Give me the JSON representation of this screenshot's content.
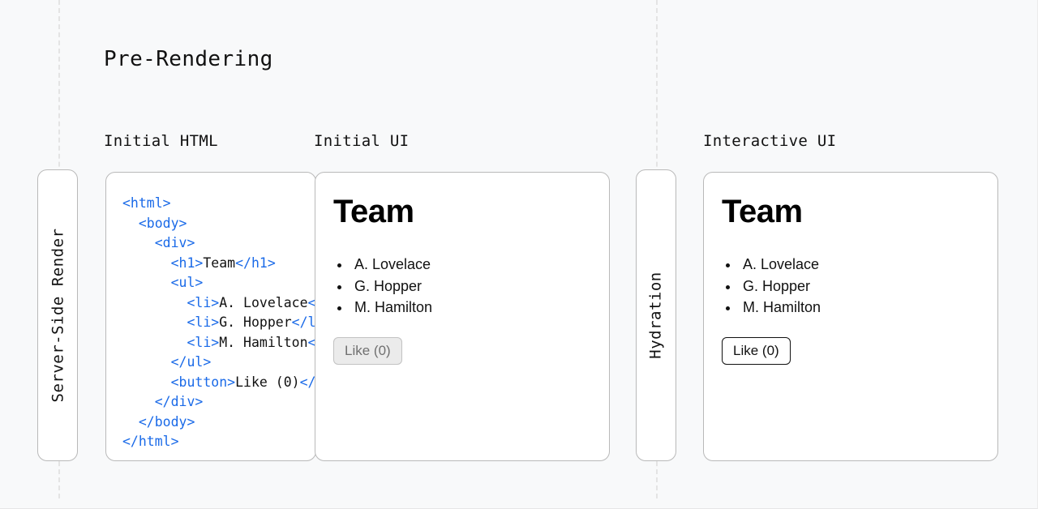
{
  "diagram": {
    "title": "Pre-Rendering",
    "background_color": "#f8f9fa",
    "accent_tag_color": "#1a6ae8"
  },
  "captions": {
    "initial_html": "Initial HTML",
    "initial_ui": "Initial UI",
    "interactive_ui": "Interactive UI"
  },
  "pills": {
    "server_side_render": "Server-Side Render",
    "hydration": "Hydration"
  },
  "code": {
    "lines": [
      [
        {
          "t": "tag",
          "v": "<html>"
        }
      ],
      [
        {
          "t": "txt",
          "v": "  "
        },
        {
          "t": "tag",
          "v": "<body>"
        }
      ],
      [
        {
          "t": "txt",
          "v": "    "
        },
        {
          "t": "tag",
          "v": "<div>"
        }
      ],
      [
        {
          "t": "txt",
          "v": "      "
        },
        {
          "t": "tag",
          "v": "<h1>"
        },
        {
          "t": "txt",
          "v": "Team"
        },
        {
          "t": "tag",
          "v": "</h1>"
        }
      ],
      [
        {
          "t": "txt",
          "v": "      "
        },
        {
          "t": "tag",
          "v": "<ul>"
        }
      ],
      [
        {
          "t": "txt",
          "v": "        "
        },
        {
          "t": "tag",
          "v": "<li>"
        },
        {
          "t": "txt",
          "v": "A. Lovelace"
        },
        {
          "t": "tag",
          "v": "</li>"
        }
      ],
      [
        {
          "t": "txt",
          "v": "        "
        },
        {
          "t": "tag",
          "v": "<li>"
        },
        {
          "t": "txt",
          "v": "G. Hopper"
        },
        {
          "t": "tag",
          "v": "</li>"
        }
      ],
      [
        {
          "t": "txt",
          "v": "        "
        },
        {
          "t": "tag",
          "v": "<li>"
        },
        {
          "t": "txt",
          "v": "M. Hamilton"
        },
        {
          "t": "tag",
          "v": "</li>"
        }
      ],
      [
        {
          "t": "txt",
          "v": "      "
        },
        {
          "t": "tag",
          "v": "</ul>"
        }
      ],
      [
        {
          "t": "txt",
          "v": "      "
        },
        {
          "t": "tag",
          "v": "<button>"
        },
        {
          "t": "txt",
          "v": "Like (0)"
        },
        {
          "t": "tag",
          "v": "</button>"
        }
      ],
      [
        {
          "t": "txt",
          "v": "    "
        },
        {
          "t": "tag",
          "v": "</div>"
        }
      ],
      [
        {
          "t": "txt",
          "v": "  "
        },
        {
          "t": "tag",
          "v": "</body>"
        }
      ],
      [
        {
          "t": "tag",
          "v": "</html>"
        }
      ]
    ]
  },
  "initial_ui": {
    "heading": "Team",
    "members": [
      "A. Lovelace",
      "G. Hopper",
      "M. Hamilton"
    ],
    "button_label": "Like (0)",
    "button_state": "disabled"
  },
  "interactive_ui": {
    "heading": "Team",
    "members": [
      "A. Lovelace",
      "G. Hopper",
      "M. Hamilton"
    ],
    "button_label": "Like (0)",
    "button_state": "active"
  }
}
